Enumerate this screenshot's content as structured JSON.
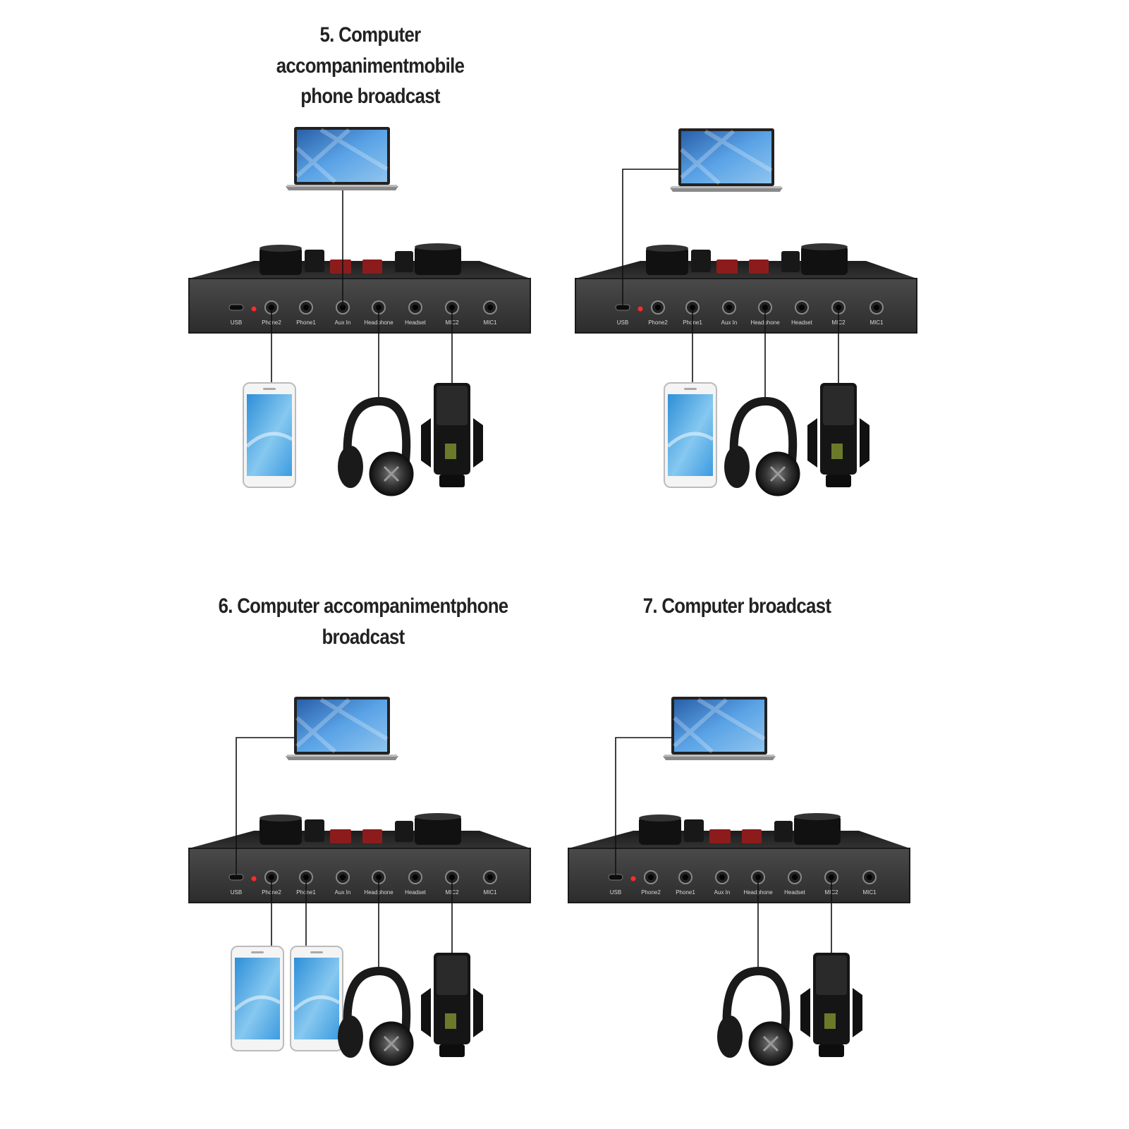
{
  "titles": {
    "t5_line1": "5. Computer accompanimentmobile",
    "t5_line2": "phone broadcast",
    "t6": "6. Computer accompanimentphone broadcast",
    "t7": "7. Computer broadcast"
  },
  "port_labels": [
    "USB",
    "Phone2",
    "Phone1",
    "Aux In",
    "Headphone",
    "Headset",
    "MIC2",
    "MIC1"
  ],
  "panels": [
    {
      "id": "panel-5-left",
      "laptop_link": "Aux In",
      "phones": [
        "Phone2"
      ],
      "has_headphone": true,
      "has_mic": true
    },
    {
      "id": "panel-5-right",
      "laptop_link": "USB",
      "phones": [
        "Phone1"
      ],
      "has_headphone": true,
      "has_mic": true
    },
    {
      "id": "panel-6",
      "laptop_link": "USB",
      "phones": [
        "Phone2",
        "Phone1"
      ],
      "has_headphone": true,
      "has_mic": true
    },
    {
      "id": "panel-7",
      "laptop_link": "USB",
      "phones": [],
      "has_headphone": true,
      "has_mic": true
    }
  ],
  "colors": {
    "device_body": "#3a3a3a",
    "knob_red": "#8c1c1c",
    "screen_blue": "#3f8ad0",
    "phone_screen": "#4aa3e0",
    "cable": "#111111",
    "led_red": "#ff2a2a"
  }
}
